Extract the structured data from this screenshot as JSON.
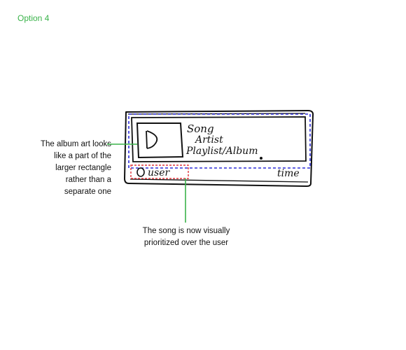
{
  "option_title": "Option 4",
  "annotations": {
    "album_art": [
      "The album art looks",
      "like a part of the",
      "larger rectangle",
      "rather than a",
      "separate one"
    ],
    "song_priority": [
      "The song is now visually",
      "prioritized over the user"
    ]
  },
  "sketch": {
    "song_text": "Song",
    "artist_text": "Artist",
    "playlist_album_text": "Playlist/Album",
    "user_text": "user",
    "time_text": "time"
  },
  "colors": {
    "annotation_green": "#3ab34a",
    "highlight_blue": "#2b2bd8",
    "highlight_red": "#e0343a",
    "ink": "#111111"
  }
}
